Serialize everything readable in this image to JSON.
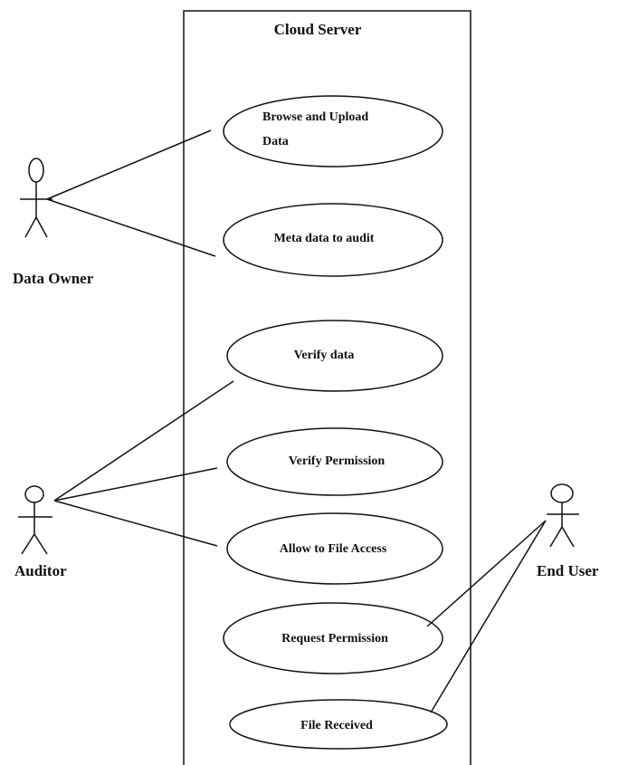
{
  "system": {
    "title": "Cloud Server"
  },
  "actors": {
    "data_owner": "Data Owner",
    "auditor": "Auditor",
    "end_user": "End User"
  },
  "use_cases": {
    "browse_upload": {
      "line1": "Browse and Upload",
      "line2": "Data"
    },
    "meta_data": "Meta data to audit",
    "verify_data": "Verify data",
    "verify_permission": "Verify Permission",
    "allow_file_access": "Allow to File Access",
    "request_permission": "Request Permission",
    "file_received": "File Received"
  }
}
